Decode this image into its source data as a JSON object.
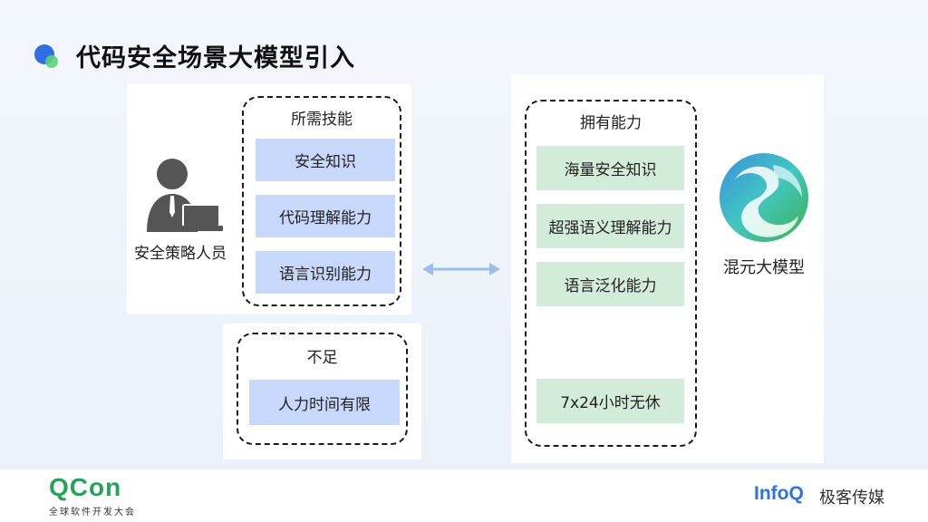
{
  "header": {
    "title": "代码安全场景大模型引入"
  },
  "left": {
    "person_label": "安全策略人员",
    "skills": {
      "title": "所需技能",
      "items": [
        "安全知识",
        "代码理解能力",
        "语言识别能力"
      ]
    },
    "lack": {
      "title": "不足",
      "items": [
        "人力时间有限"
      ]
    }
  },
  "right": {
    "abilities": {
      "title": "拥有能力",
      "items": [
        "海量安全知识",
        "超强语义理解能力",
        "语言泛化能力",
        "7x24小时无休"
      ]
    },
    "model_label": "混元大模型"
  },
  "footer": {
    "qcon_logo": "QCon",
    "qcon_sub": "全球软件开发大会",
    "infoq_logo": "InfoQ",
    "infoq_cn": "极客传媒"
  },
  "colors": {
    "accent_blue": "#2f6fe6",
    "skill_box": "#c8d8fb",
    "ability_box": "#d3ecd9",
    "qcon_green": "#26a35a",
    "infoq_blue": "#2f73d9"
  }
}
